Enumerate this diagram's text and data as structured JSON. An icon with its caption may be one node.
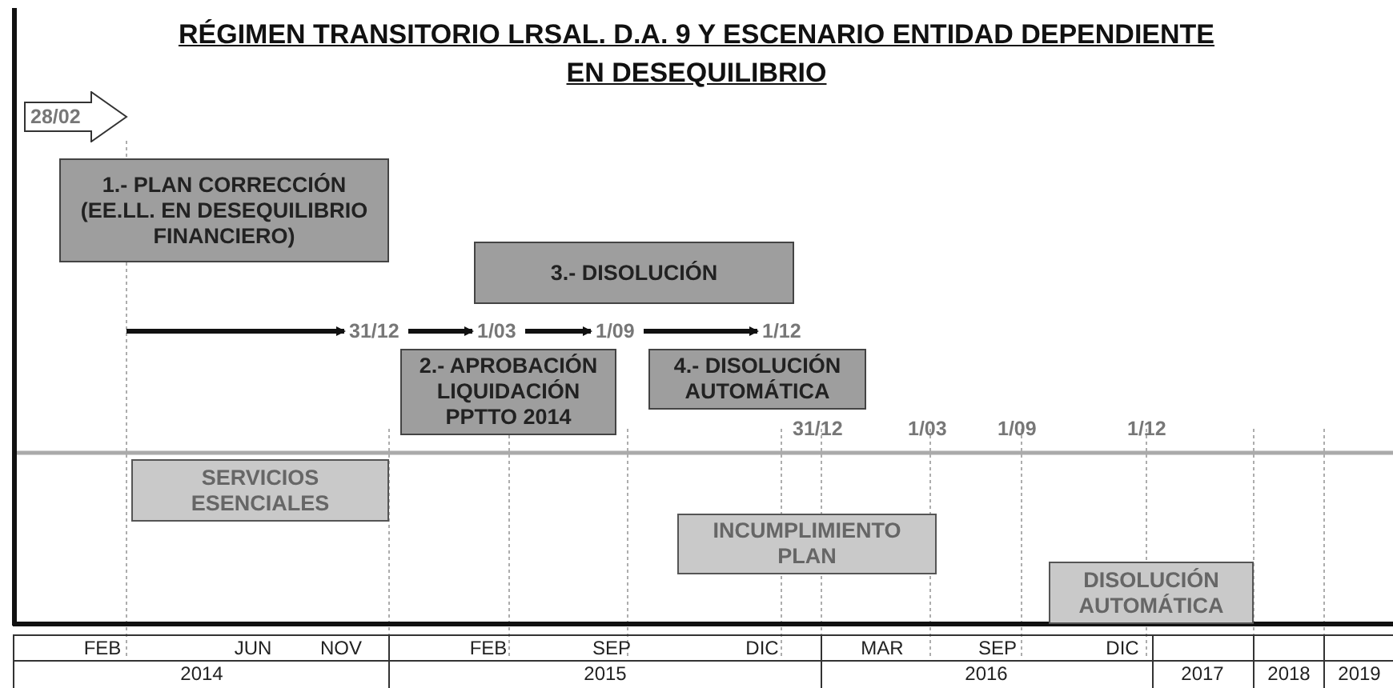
{
  "diagram": {
    "title": "RÉGIMEN TRANSITORIO LRSAL. D.A. 9 Y ESCENARIO ENTIDAD DEPENDIENTE EN DESEQUILIBRIO",
    "nodes": [
      {
        "text": [
          "28/02"
        ]
      },
      {
        "text": [
          "1.- PLAN CORRECCIÓN (EE.LL. EN DESEQUILIBRIO FINANCIERO)"
        ]
      },
      {
        "text": [
          "3.- DISOLUCIÓN"
        ]
      },
      {
        "text": [
          "31/12"
        ]
      },
      {
        "text": [
          "1/03"
        ]
      },
      {
        "text": [
          "1/09"
        ]
      },
      {
        "text": [
          "1/12"
        ]
      },
      {
        "text": [
          "2.- APROBACIÓN LIQUIDACIÓN PPTTO 2014"
        ]
      },
      {
        "text": [
          "4.- DISOLUCIÓN AUTOMÁTICA"
        ]
      },
      {
        "text": [
          "SERVICIOS ESENCIALES"
        ]
      },
      {
        "text": [
          "INCUMPLIMIENTO PLAN"
        ]
      },
      {
        "text": [
          "DISOLUCIÓN AUTOMÁTICA"
        ]
      }
    ],
    "edges": [
      {
        "from": null,
        "to": 3,
        "arrow": "to"
      },
      {
        "from": 3,
        "to": 4,
        "arrow": "to"
      },
      {
        "from": 4,
        "to": 5,
        "arrow": "to"
      },
      {
        "from": 5,
        "to": 6,
        "arrow": "to"
      }
    ],
    "labels": [
      "31/12",
      "1/03",
      "1/09",
      "1/12",
      "FEB",
      "JUN",
      "NOV",
      "FEB",
      "SEP",
      "DIC",
      "MAR",
      "SEP",
      "DIC",
      "2014",
      "2015",
      "2016",
      "2017",
      "2018",
      "2019"
    ]
  }
}
